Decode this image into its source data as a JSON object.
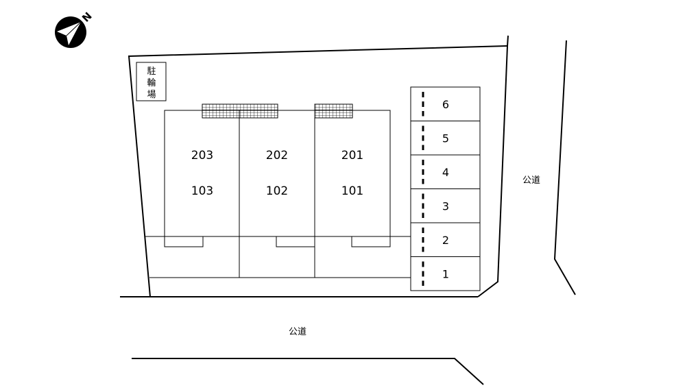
{
  "compass": {
    "label": "N",
    "icon": "north-arrow-icon"
  },
  "bicycle_parking": {
    "chars": [
      "駐",
      "輪",
      "場"
    ]
  },
  "units": {
    "west": {
      "upper": "203",
      "lower": "103"
    },
    "middle": {
      "upper": "202",
      "lower": "102"
    },
    "east": {
      "upper": "201",
      "lower": "101"
    }
  },
  "parking_spaces": [
    "6",
    "5",
    "4",
    "3",
    "2",
    "1"
  ],
  "roads": {
    "south": "公道",
    "east": "公道"
  }
}
